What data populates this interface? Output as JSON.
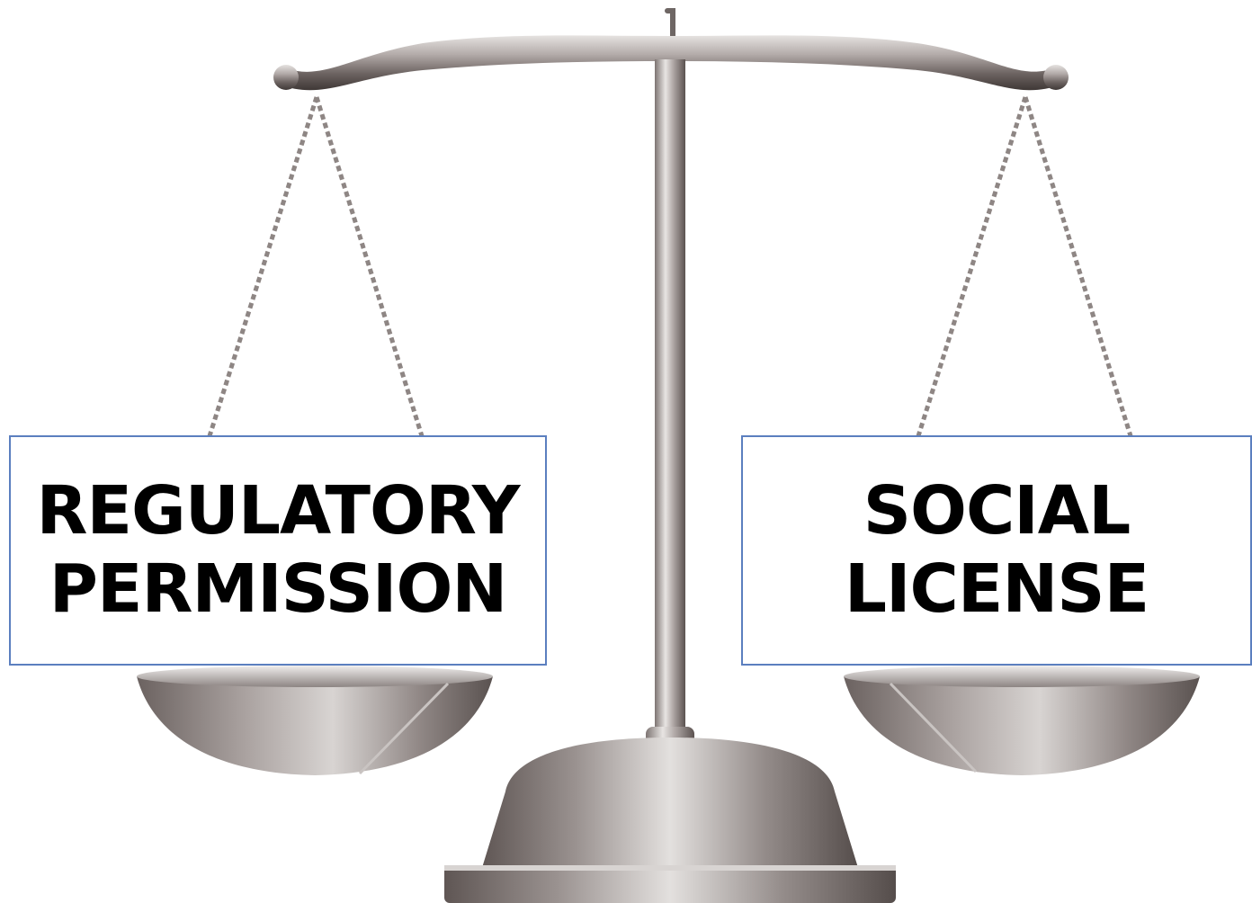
{
  "diagram": {
    "left_pan_label": {
      "line1": "REGULATORY",
      "line2": "PERMISSION"
    },
    "right_pan_label": {
      "line1": "SOCIAL",
      "line2": "LICENSE"
    }
  },
  "colors": {
    "background": "#ffffff",
    "label_border": "#5b7fbf",
    "label_text": "#000000",
    "metal_light": "#d9d6d4",
    "metal_mid": "#9b9391",
    "metal_dark": "#5e5553"
  },
  "icons": {
    "scale": "balance-scale-icon"
  }
}
